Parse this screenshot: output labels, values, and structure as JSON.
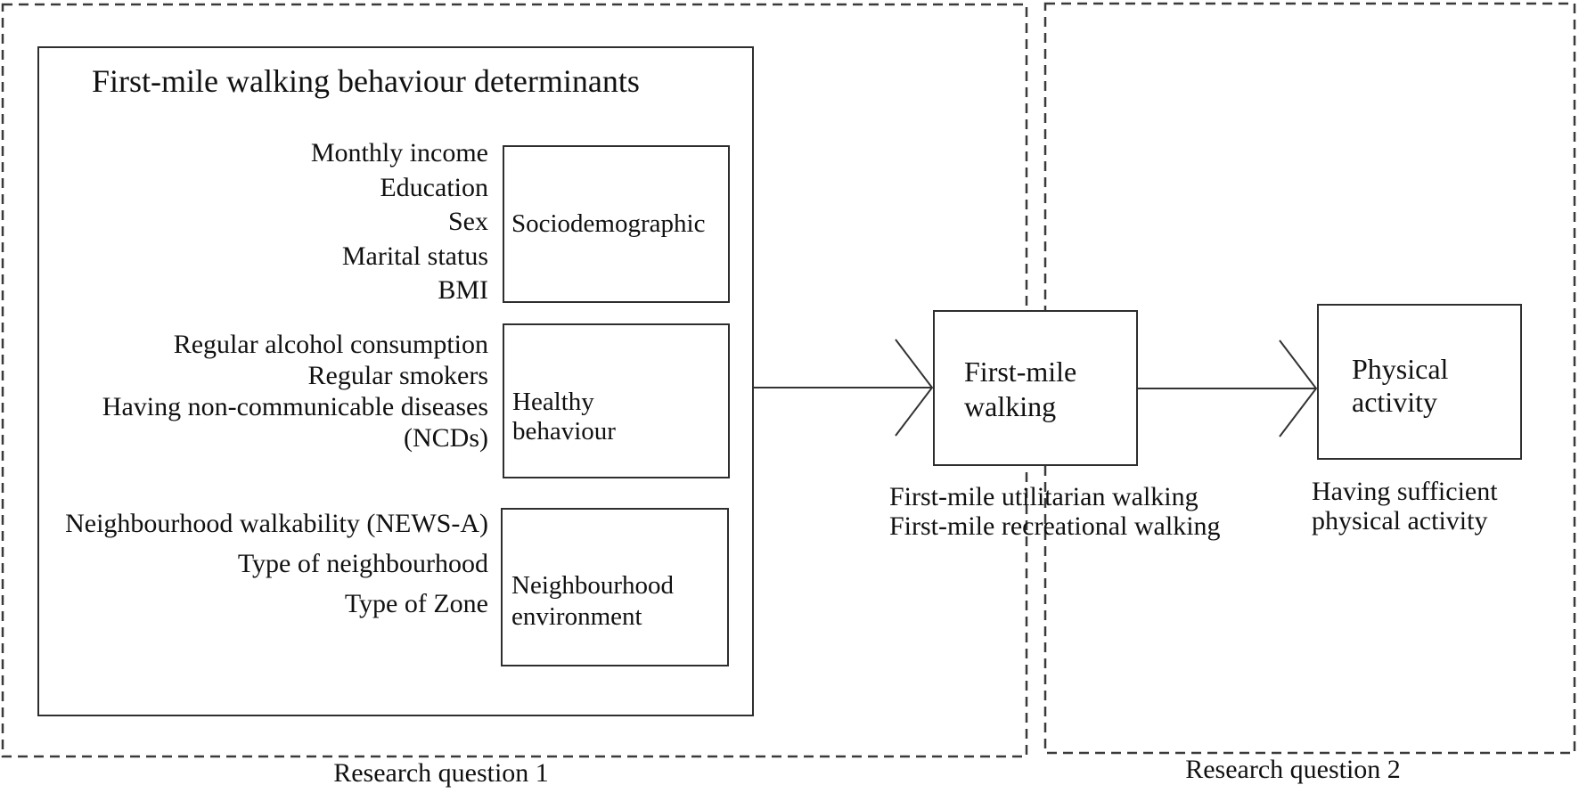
{
  "title": "First-mile walking behaviour determinants",
  "groups": [
    {
      "label": "Sociodemographic",
      "items": [
        "Monthly income",
        "Education",
        "Sex",
        "Marital status",
        "BMI"
      ]
    },
    {
      "label": "Healthy behaviour",
      "items": [
        "Regular alcohol consumption",
        "Regular smokers",
        "Having non-communicable diseases",
        "(NCDs)"
      ]
    },
    {
      "label": "Neighbourhood environment",
      "items": [
        "Neighbourhood walkability (NEWS-A)",
        "Type of neighbourhood",
        "Type of Zone"
      ]
    }
  ],
  "mediator": {
    "label": "First-mile walking",
    "caption_lines": [
      "First-mile utilitarian walking",
      "First-mile recreational walking"
    ]
  },
  "outcome": {
    "label": "Physical activity",
    "caption_lines": [
      "Having sufficient",
      "physical activity"
    ]
  },
  "research_questions": [
    {
      "label": "Research question 1"
    },
    {
      "label": "Research question 2"
    }
  ],
  "colors": {
    "line": "#333333",
    "dashed_region": "#3a3a3a",
    "text": "#111111",
    "background": "#ffffff"
  }
}
